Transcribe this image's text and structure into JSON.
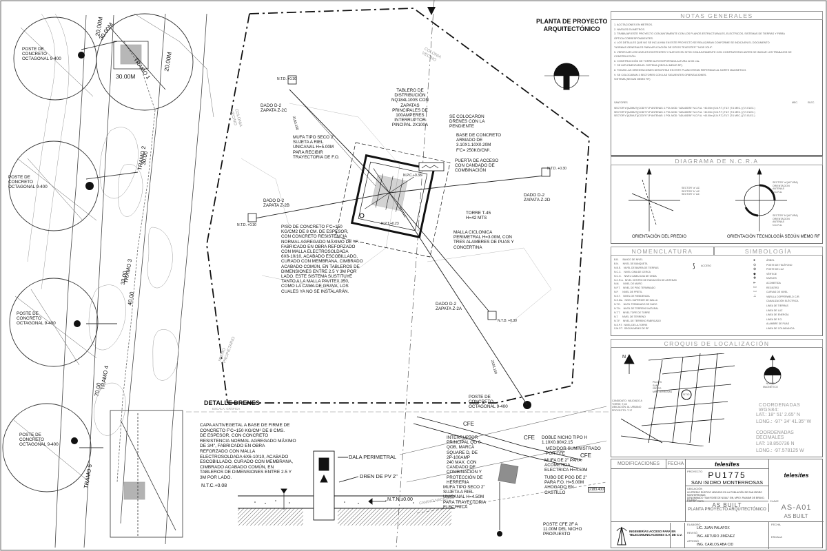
{
  "sheet": {
    "main_title": "PLANTA DE PROYECTO\nARQUITECTÓNICO",
    "detail_title": "DETALLE DRENES",
    "detail_scale": "Escala:        Gráfica"
  },
  "plan_labels": {
    "poste_1": "POSTE DE\nCONCRETO\nOCTAGONAL 9-400",
    "poste_2": "POSTE DE\nCONCRETO\nOCTAGONAL 9-400",
    "poste_3": "POSTE DE\nCONCRETO\nOCTAGONAL 9-400",
    "poste_4": "POSTE DE\nCONCRETO\nOCTAGONAL 9-400",
    "poste_5": "POSTE DE\nCONCRETO\nOCTAGONAL 9-400",
    "dado_1": "DADO D-2\nZAPATA Z-2c",
    "dado_2": "DADO D-2\nZAPATA Z-2b",
    "dado_3": "DADO D-2\nZAPATA Z-2d",
    "dado_4": "DADO D-2\nZAPATA Z-2a",
    "ntd_1": "N.T.D. +0.30",
    "ntd_2": "N.T.D. +0.30",
    "ntd_3": "N.T.D. +0.30",
    "ntd_4": "N.T.D. +0.30",
    "tablero": "TABLERO DE\nDISTRIBUCIÓN\nNQ184L100S CON\nZAPATAS\nPRINCIPALES DE\n100AMPERES\nINTERRUPTOR\nPINCIPAL 2X100A",
    "drenes": "SE COLOCARON\nDRENES CON LA\nPENDIENTE",
    "base": "BASE DE CONCRETO\nARMADO DE\n3.10x1.10x0.20m\nf'c= 250kg/cm².",
    "mufa_1": "MUFA TIPO SECO 2\"\nSUJETA A RIEL\nUNICANAL H=5.00M\nPARA RECIBIR\nTRAYECTORIA DE F.O.",
    "puerta": "PUERTA DE ACCESO\nCON CANDADO DE\nCOMBINACIÓN",
    "torre": "TORRE T-45\nH=42 MTS",
    "malla": "MALLA CICLONICA\nPERIMETRAL h=3.00m, CON\nTRES ALAMBRES DE PUAS Y\nCONCERTINA",
    "piso": "PISO DE CONCRETO f'C=150\nKG/CM2 DE 8 cm. DE ESPESOR,\nCON CONCRETO RESISTENCIA\nNORMAL AGREGADO MÁXIMO DE ¾\".\nFABRICADO EN OBRA REFORZADO\nCON MALLA ELECTROSOLDADA\n6X6-10/10, ACABADO ESCOBILLADO,\nCURADO CON MEMBRANA, CIMBRADO\nACABADO COMÚN, EN TABLEROS DE\nDIMENSIONES ENTRE 2.5 Y 3M POR\nLADO. ESTE SISTEMA SUSTITUYE\nTANTO A LA MALLA PAVITEX 350,\nCOMO LA CAMA DE GRAVA, LOS\nCUALES YA NO SE INSTALARÁN.",
    "interruptor": "INTERRUPTOR\nPRINCIPAL QO 0\nQOB, MARCA\nSQUARE D, DE\n2P-100AMP\n240 MAX. CON\nCANDADO DE\nCOMBINACIÓN Y\nPROTECCIÓN DE\nHERRERIA",
    "mufa_2": "MUFA TIPO SECO 2\"\nSUJETA A RIEL\nUNICANAL H=4.50M\nPARA TRAYECTORIA\nELECTRICA",
    "nicho": "DOBLE NICHO TIPO H\n1.10X0.80X2.15",
    "medidor": "MEDIDOR SUMINISTRADO\nPOR CFE",
    "mufa_3": "MUFA DE 2\" PARA\nACOMETIDA\nELECTRICA H=4.50M",
    "tubo": "TUBO DE PGG DE 2\"\nPARA F.O. H=5.00M\nAHOGADO EN\nCASTILLO",
    "poste_cfe": "POSTE CFE 2F A\n11.00M DEL NICHO\nPROPUESTO",
    "cfe_1": "CFE",
    "cfe_2": "CFE",
    "cfe_3": "CFE",
    "camino": "CAMINO NACIONAL",
    "colonia_1": "COLONIA\nVECINO",
    "colonia_2": "COLONIA\nVECINO",
    "mismo": "MISMO\nPROPIETARIO",
    "tramo_1": "TRAMO 1",
    "tramo_2": "TRAMO 2",
    "tramo_3": "TRAMO 3",
    "tramo_4": "TRAMO 4",
    "tramo_5": "TRAMO 5",
    "dim_1": "30.00m",
    "dim_2": "20.00m",
    "dim_3": "30.00m",
    "dim_4": "20.00m",
    "dim_5": "70.00",
    "dim_6": "30.00",
    "dim_7": "33.00",
    "dim_8": "40.00",
    "ref_1": "2183.150",
    "ref_2": "2183.150",
    "ref_3": "2183.400",
    "npt": "N.P.T.+0.23",
    "npc": "N.P.C.+0.38"
  },
  "detail": {
    "note": "CAPA ANTIVEGETAL A BASE DE FIRME DE\nCONCRETO f'C=150 KG/CM² DE 8 CMS.\nDE ESPESOR, CON CONCRETO\nRESISTENCIA NORMAL AGREGADO MÁXIMO\nDE 3/4\", FABRICADO EN OBRA\nREFORZADO CON MALLA\nELECTROSOLDADA 6X6-10/10, ACABADO\nESCOBILLADO, CURADO CON MEMBRANA,\nCIMBRADO ACABADO COMÚN, EN\nTABLEROS DE DIMENSIONES ENTRE 2.5 Y\n3M POR LADO.",
    "ntc": "N.T.C.+0.08",
    "dala": "DALA PERIMETRAL",
    "dren": "DREN DE PV 2\"",
    "ntn": "N.T.N.±0.00"
  },
  "notas": {
    "header": "NOTAS GENERALES",
    "lines": [
      "1. ACOTACIONES EN METROS.",
      "2. NIVELES EN METROS.",
      "3. TRABAJAR ESTE PROYECTO CONJUNTAMENTE CON LOS PLANOS ESTRUCTURALES, ELECTRICOS, SISTEMAS DE TIERRAS Y FIBRA",
      "ÓPTICA CORRESPONDIENTES.",
      "4. LOS DETALLES QUE NO SE INCLUYAN EN ESTE PROYECTO SE REALIZARAN CONFORME SE INDICA EN EL DOCUMENTO",
      "\"NORMAS GENERALES PARA APLICACIÓN DE SITIOS TELESITES\" \"NGIS 2019\".",
      "5. VERIFICAR LOS NIVELES EXISTENTES Y NUEVOS EN SITIO CONJUNTAMENTE CON CONTRATISTAS ANTES DE INICIAR LOS TRABAJOS DE",
      "CONSTRUCCIÓN.",
      "6. CONSTRUCCIÓN DE TORRE AUTOSOPORTADA ALTURA 42.00 mts.",
      "7. SE IMPLEMENTARA EL SISTEMA (SEGUN MEMO RF).",
      "8. TODAS LAS ORIENTACIONES DESCRITAS EN ESTE PLANO ESTAN REFERIDAS AL NORTE MAGNETICO.",
      "9. SE COLOCARAN 3 SECTORES CON LAS SIGUIENTES ORIENTACIONES.",
      "SISTEMA (SEGUN MEMO RF)"
    ],
    "sector_head_left": "SANTORES",
    "sector_head_mid": "MEC.",
    "sector_head_right": "ELEC.",
    "sectors": [
      "SECTOR\"a\"(AZIMUT)(CODI\"K\"1P   ANTENAS: 1 POL MOD: \"ADU451R6\"   N.C.R.A. +40.00m (S.N.P.T.)   TILT: (T/1 MEC.) (T/1 ELEC.)",
      "SECTOR\"b\"(AZIMUT)(CODI\"K\"1P   ANTENAS: 1 POL MOD: \"ADU451R6\"   N.C.R.A. +40.00m (S.N.P.T.)   TILT: (T/1 MEC.) (T/1 ELEC.)",
      "SECTOR\"c\"(AZIMUT)(CODI\"K\"1P   ANTENAS: 1 POL MOD: \"ADU451R6\"   N.C.R.A. +40.00m (S.N.P.T.)   TILT: (T/1 MEC.) (T/1 ELEC.)"
    ]
  },
  "ncra": {
    "header": "DIAGRAMA DE N.C.R.A",
    "caption_left": "ORIENTACIÓN DEL PREDIO",
    "caption_right": "ORIENTACIÓN TECNOLOGÍA SEGÚN MEMO RF",
    "left_note": "SECTOR \"a\" AZ.\nSECTOR \"b\" AZ.\nSECTOR \"c\" AZ.",
    "right_note_1": "SECTOR \"a\"(ALTURA)\nORIENTACION\nANTENAS\nN.C.R.A.",
    "right_note_2": "SECTOR \"b\"(ALTURA)\nORIENTACION\nANTENAS\nN.C.R.A."
  },
  "nomenclatura": {
    "header": "NOMENCLATURA",
    "items": [
      "B.B.      BANCO DE NIVEL",
      "B.N.      NIVEL DE BANQUETA",
      "N.B.E.    NIVEL DE BARRA DE TIERRAS",
      "N.C.C.    NIVEL CIMA DE CERCA",
      "N.C.G.    NIVEL CAMA GUIA DE ONDA",
      "N.C.R.A.  NIVEL CENTRO DE RADIACIÓN DE ANTENAS",
      "N.M.      NIVEL DE MURO",
      "N.P.T.    NIVEL DE PISO TERMINADO",
      "N.P.      NIVEL DE PRETIL",
      "N.S.T.    NIVEL DE RESIDENCIA",
      "N.S.Ma.   NIVEL SUPERIOR DE MALLA",
      "N.T.D.    NIVEL TERMINADO DE DADO",
      "N.T.N.    NIVEL DE TERRENO NATURAL",
      "N.T.T.    NIVEL TOPE DE TORRE",
      "N.T.      NIVEL DE TERRENO",
      "N.T.F.    NIVEL DE TERRENO FABRICADO",
      "N.S.P.T.  NIVEL DE LA TORRE",
      "S.M.P.T.  SEGÚN MEMO DE RF"
    ],
    "acceso": "ACCESO"
  },
  "simbologia": {
    "header": "SIMBOLOGÍA",
    "items": [
      "ÁRBOL",
      "POSTE DE TELÉFONO",
      "POSTE DE LUZ",
      "VÉRTICE",
      "NIVELES",
      "ACOMETIDA",
      "REGISTRO",
      "CURVAS DE NIVEL",
      "VARILLA COPPERWELD CJR.",
      "CANALIZACIÓN ELÉCTRICA",
      "LINEA DE TIERRAS",
      "LINEA DE LUZ",
      "LINEA DE ENERGÍA",
      "LINEA DE F.O.",
      "ALAMBRE DE PUAS",
      "LINEA DE COLINDANCIA"
    ]
  },
  "croquis": {
    "header": "CROQUIS DE LOCALIZACIÓN",
    "site_label": "PU1775\nSAN\nISIDRO\nMONTERROSAS",
    "site_tag": "SITIO",
    "north_label": "N",
    "norte_mag": "NORTE\nMAGNÉTICO",
    "coords_wgs_header": "COORDENADAS WGS84:",
    "lat": "LAT.:     18° 51' 2.65\" N",
    "long": "LONG.: -97° 34' 41.35\" W",
    "coords_dec_header": "COORDENADAS DECIMALES",
    "lat_dec": "LAT:     18.850736 N",
    "long_dec": "LONG.: -97.578125 W"
  },
  "title_block": {
    "modificaciones": "MODIFICACIONES",
    "fecha": "FECHA",
    "logo_top": "telesites",
    "logo_side": "telesites",
    "site_code": "PU1775",
    "site_name": "SAN ISIDRO MONTERROSAS",
    "lbl_proyecto": "PROYECTO",
    "lbl_ubicacion": "UBICACIÓN",
    "ubicacion": "UN PREDIO RÚSTICO UBICADO EN LA POBLACIÓN DE SAN ISIDRO MONTERROSAS\nDENOMINADO \"SAN ROSE DE NOAU\" S/N, MPIO. PALMAR DE BRAVO, PUE. CP 75575",
    "lbl_plano": "PLANO",
    "plano_1": "AS BUILT",
    "plano_2": "PLANTA PROYECTO ARQUITECTÓNICO",
    "lbl_clave": "CLAVE",
    "clave": "AS-A01",
    "clave_sub": "AS BUILT",
    "lbl_elaboro": "ELABORÓ",
    "elaboro": "LIC. JUAN PALAFOX",
    "lbl_reviso": "REVISÓ",
    "reviso": "ING. ARTURO JIMÉNEZ",
    "lbl_aprobo": "APROBÓ",
    "aprobo": "ING. CARLOS ABA CID",
    "company": "INGENIERÍAS ACCESO PARA EN\nTELECOMUNICACIONES S.A. DE C.V.",
    "candidato": "CANDIDATO: VALIDADO A\nTORRE: T-45\nUBICACIÓN: AL URBANO\nPROYECTO: T-17",
    "fecha_val": "FECHA",
    "escala_lbl": "ESCALA"
  }
}
